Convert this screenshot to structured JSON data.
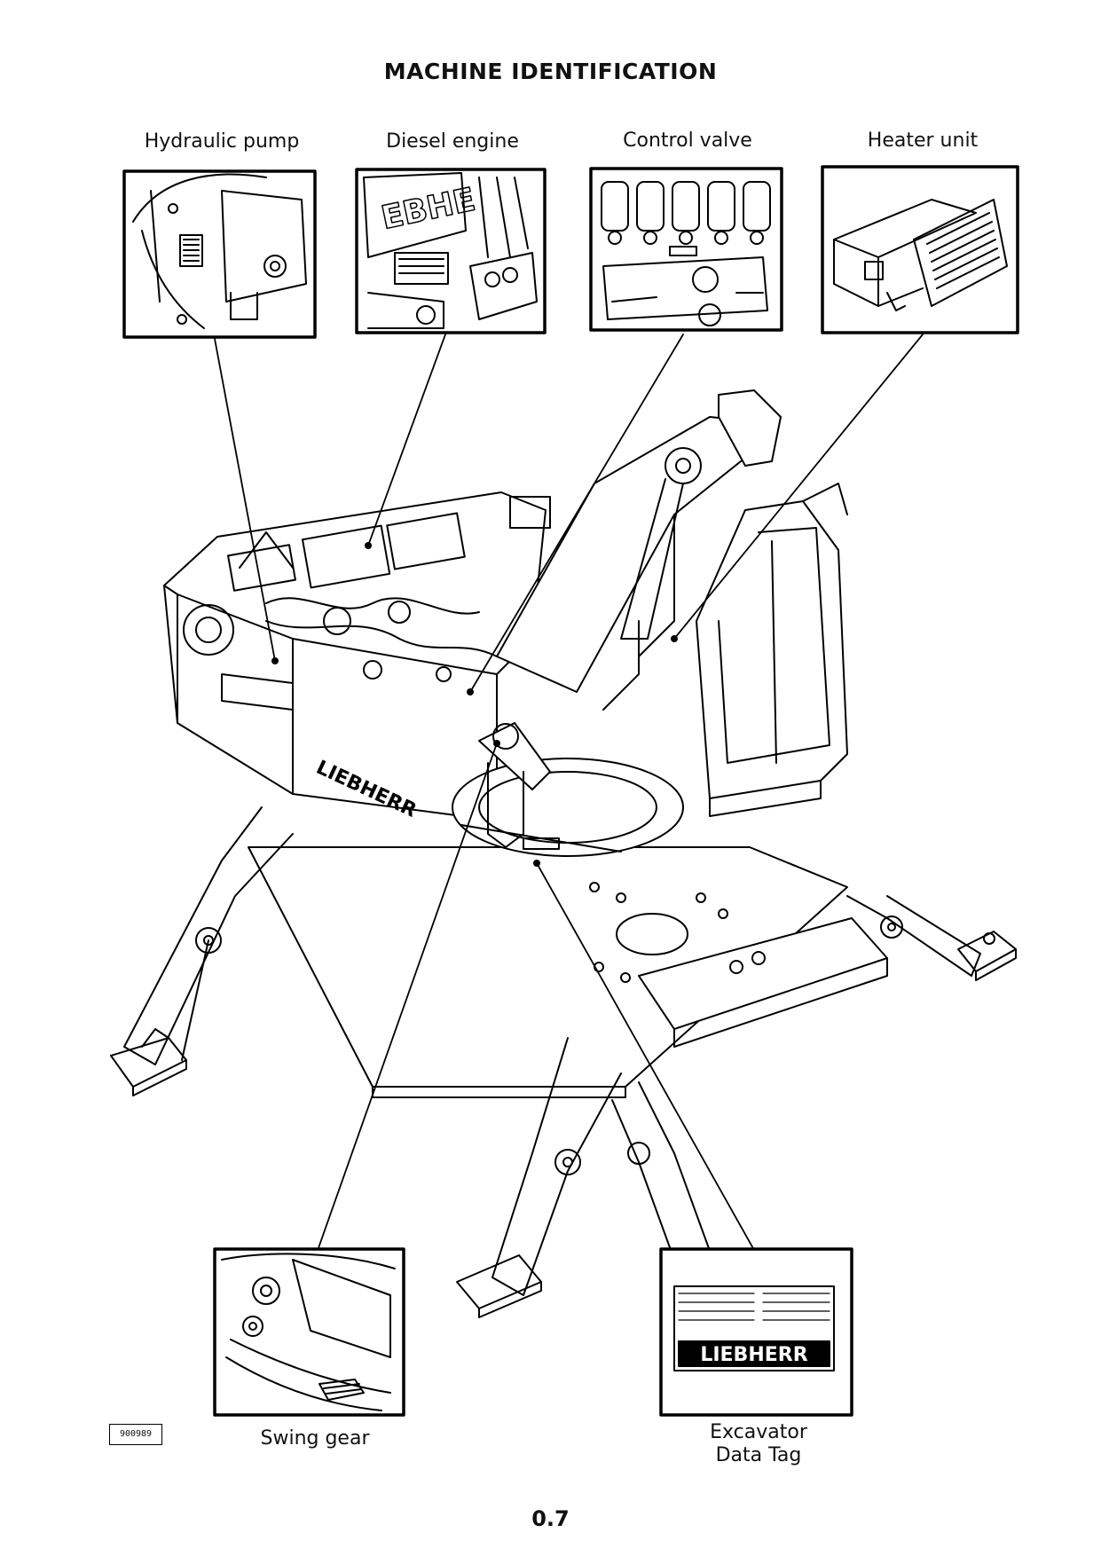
{
  "page": {
    "title": "MACHINE IDENTIFICATION",
    "page_number": "0.7",
    "document_code": "900989"
  },
  "components": {
    "hydraulic_pump": "Hydraulic pump",
    "diesel_engine": "Diesel engine",
    "control_valve": "Control valve",
    "heater_unit": "Heater unit",
    "swing_gear": "Swing gear",
    "excavator_data_tag_line1": "Excavator",
    "excavator_data_tag_line2": "Data Tag"
  },
  "brand": "LIEBHERR"
}
